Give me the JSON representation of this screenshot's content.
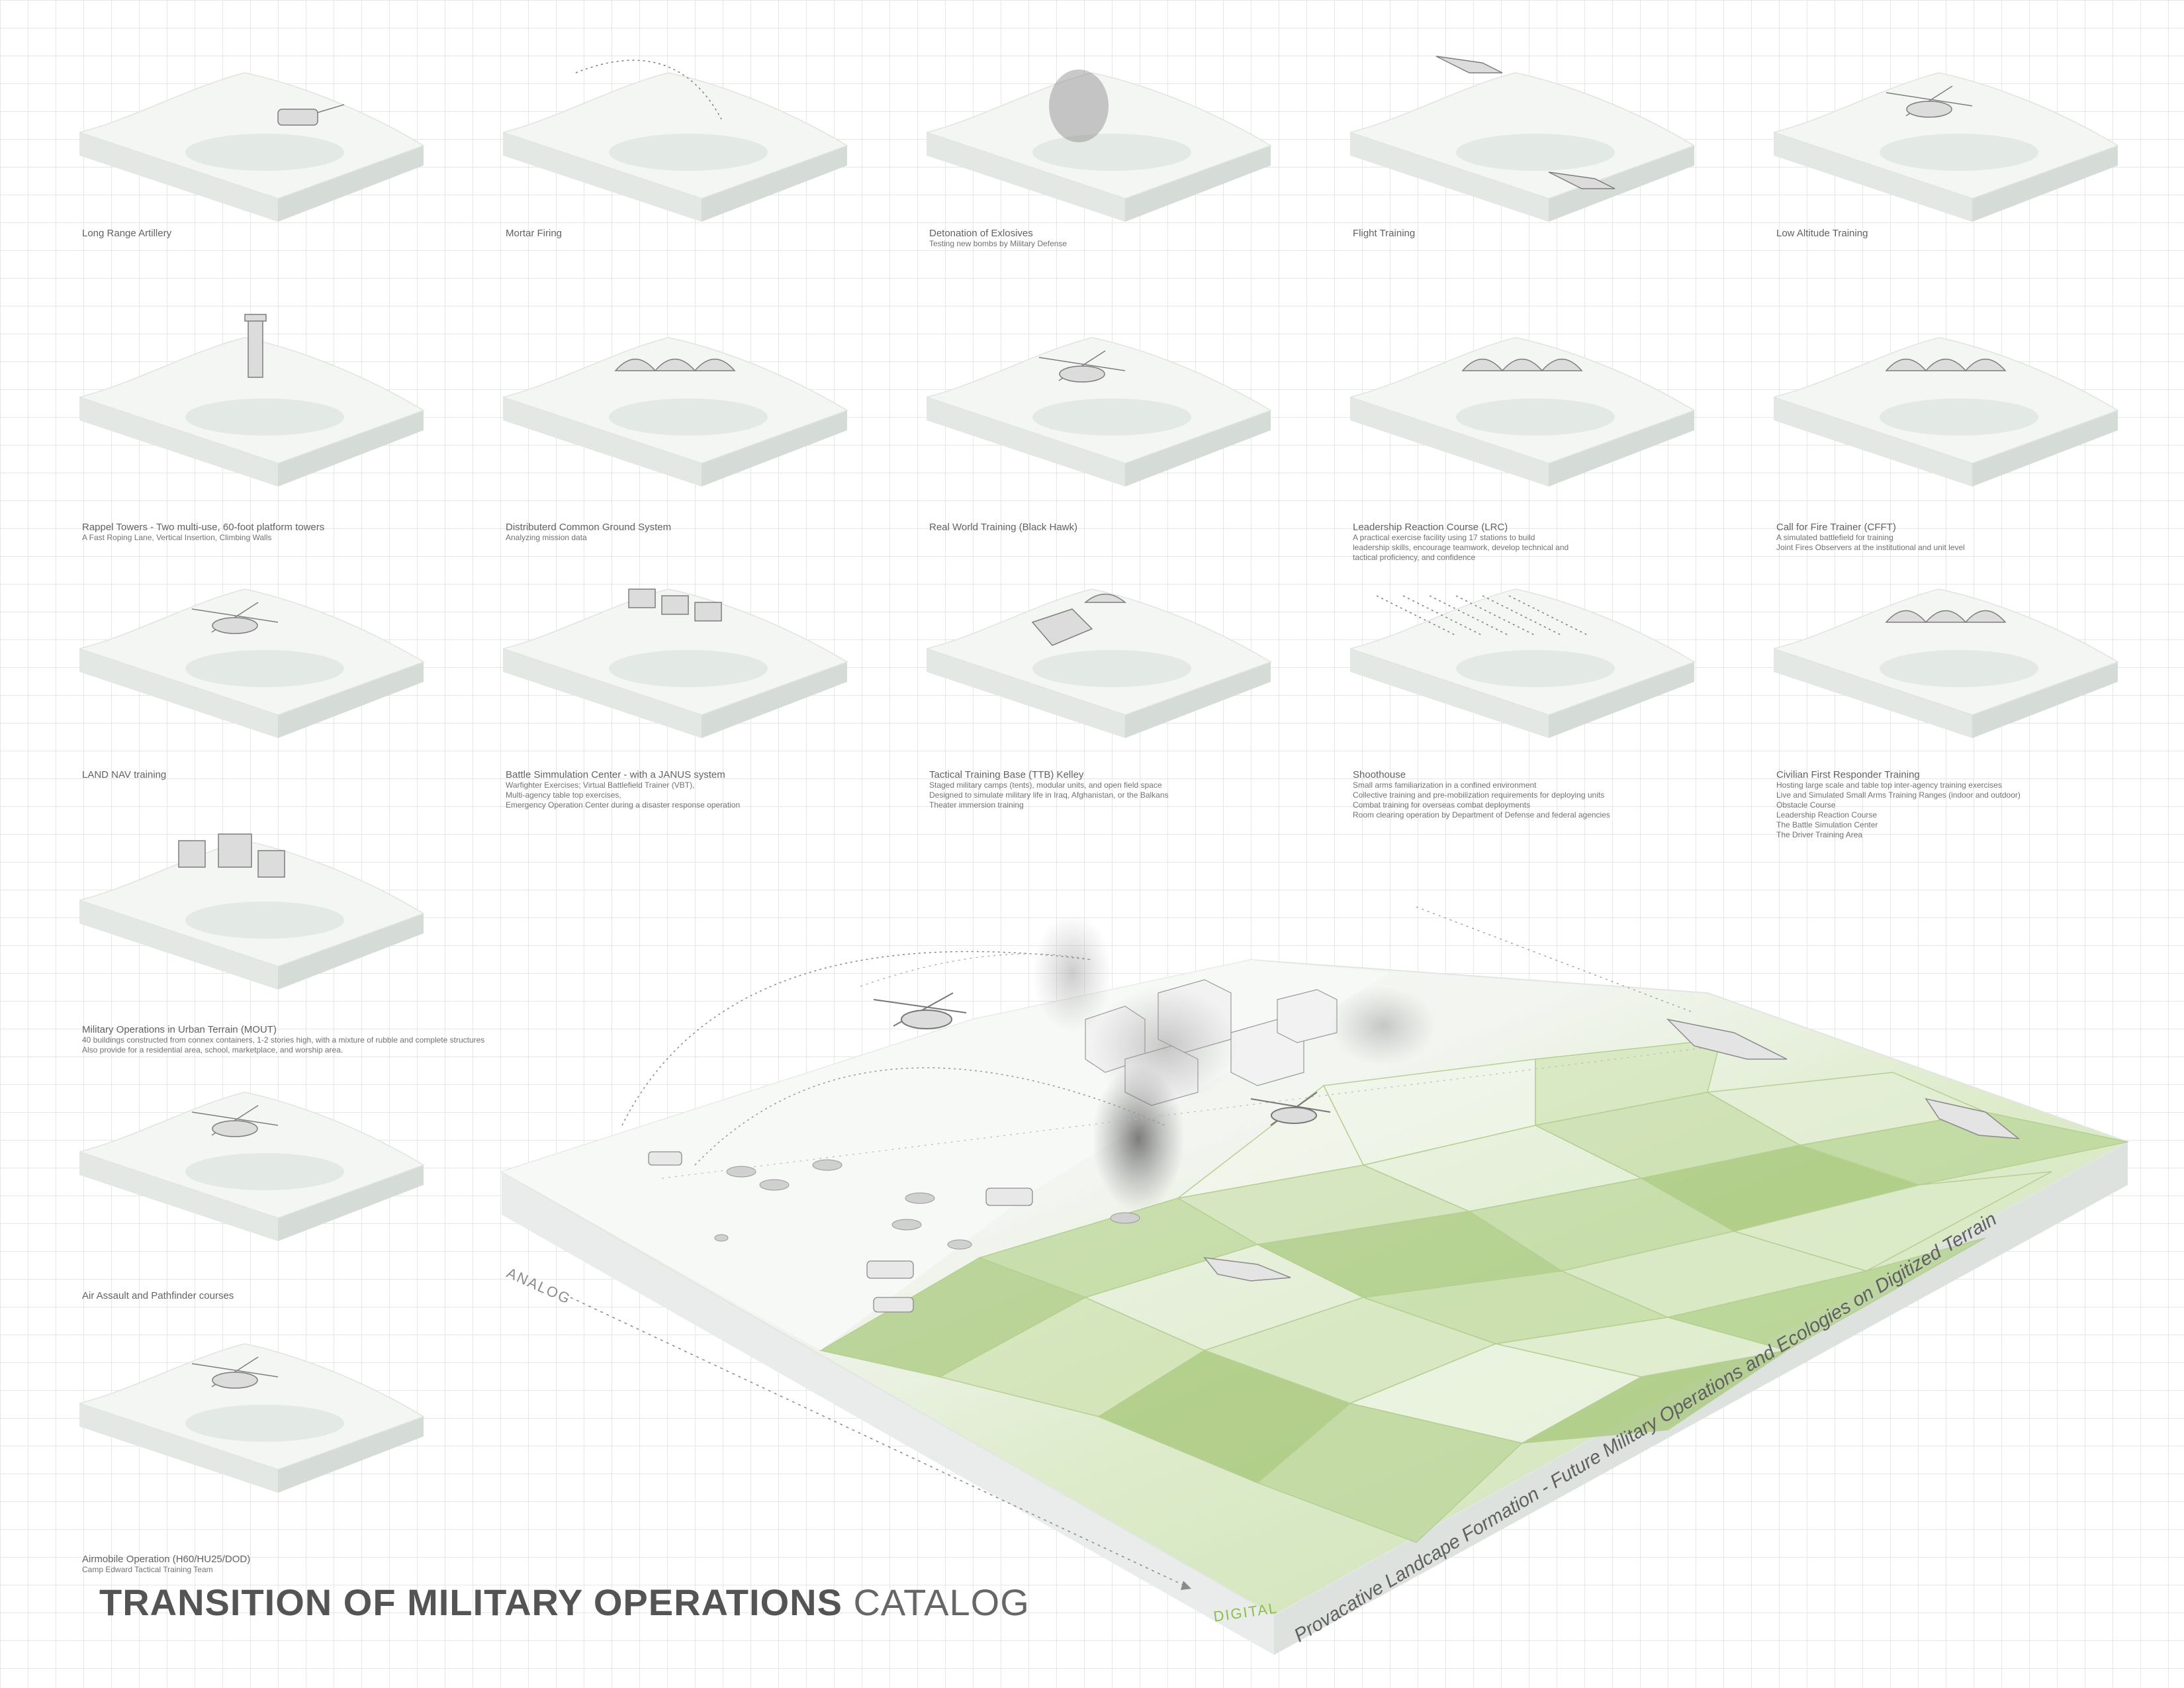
{
  "title": {
    "main": "TRANSITION OF MILITARY OPERATIONS",
    "sub": "CATALOG"
  },
  "labels": {
    "analog": "ANALOG",
    "digital": "DIGITAL",
    "formation": "Provacative Landcape Formation - Future Military Operations and Ecologies on Digitized Terrain"
  },
  "panels": [
    {
      "title": "Long Range Artillery",
      "lines": []
    },
    {
      "title": "Mortar Firing",
      "lines": []
    },
    {
      "title": "Detonation of Exlosives",
      "lines": [
        "Testing new bombs by Military Defense"
      ]
    },
    {
      "title": "Flight Training",
      "lines": []
    },
    {
      "title": "Low Altitude Training",
      "lines": []
    },
    {
      "title": "Rappel Towers - Two multi-use, 60-foot platform towers",
      "lines": [
        "A Fast Roping Lane, Vertical Insertion, Climbing Walls"
      ]
    },
    {
      "title": "Distributerd Common Ground System",
      "lines": [
        "Analyzing mission data"
      ]
    },
    {
      "title": "Real World Training (Black Hawk)",
      "lines": []
    },
    {
      "title": "Leadership Reaction Course (LRC)",
      "lines": [
        "A practical exercise facility using 17 stations to build",
        "leadership skills, encourage teamwork, develop technical and",
        "tactical proficiency, and confidence"
      ]
    },
    {
      "title": "Call for Fire Trainer (CFFT)",
      "lines": [
        "A  simulated battlefield for training",
        "Joint Fires Observers at the institutional and unit level"
      ]
    },
    {
      "title": "LAND NAV training",
      "lines": []
    },
    {
      "title": "Battle Simmulation Center - with a JANUS system",
      "lines": [
        "Warfighter Exercises; Virtual Battlefield Trainer (VBT),",
        "Multi-agency table top exercises,",
        "Emergency Operation Center during a disaster response operation"
      ]
    },
    {
      "title": "Tactical Training Base (TTB) Kelley",
      "lines": [
        "Staged military camps (tents), modular units, and open field space",
        "Designed to simulate military life in Iraq, Afghanistan, or the Balkans",
        "Theater immersion training"
      ]
    },
    {
      "title": "Shoothouse",
      "lines": [
        "Small arms familiarization in a confined environment",
        "Collective training and pre-mobilization requirements for deploying units",
        "Combat training for overseas combat deployments",
        "Room clearing operation by Department of Defense and federal agencies"
      ]
    },
    {
      "title": "Civilian First Responder Training",
      "lines": [
        "Hosting large scale and table top inter-agency training exercises",
        "Live and Simulated Small Arms Training Ranges (indoor and outdoor)",
        "Obstacle Course",
        "Leadership Reaction Course",
        "The Battle Simulation Center",
        "The Driver Training Area"
      ]
    },
    {
      "title": "Military Operations in Urban Terrain (MOUT)",
      "lines": [
        "40 buildings constructed from connex containers, 1-2 stories high, with a mixture of rubble and complete structures",
        "Also provide for a residential area, school, marketplace, and worship area."
      ]
    },
    {
      "title": "Air Assault and Pathfinder courses",
      "lines": []
    },
    {
      "title": "Airmobile Operation (H60/HU25/DOD)",
      "lines": [
        "Camp Edward Tactical Training Team"
      ]
    }
  ]
}
